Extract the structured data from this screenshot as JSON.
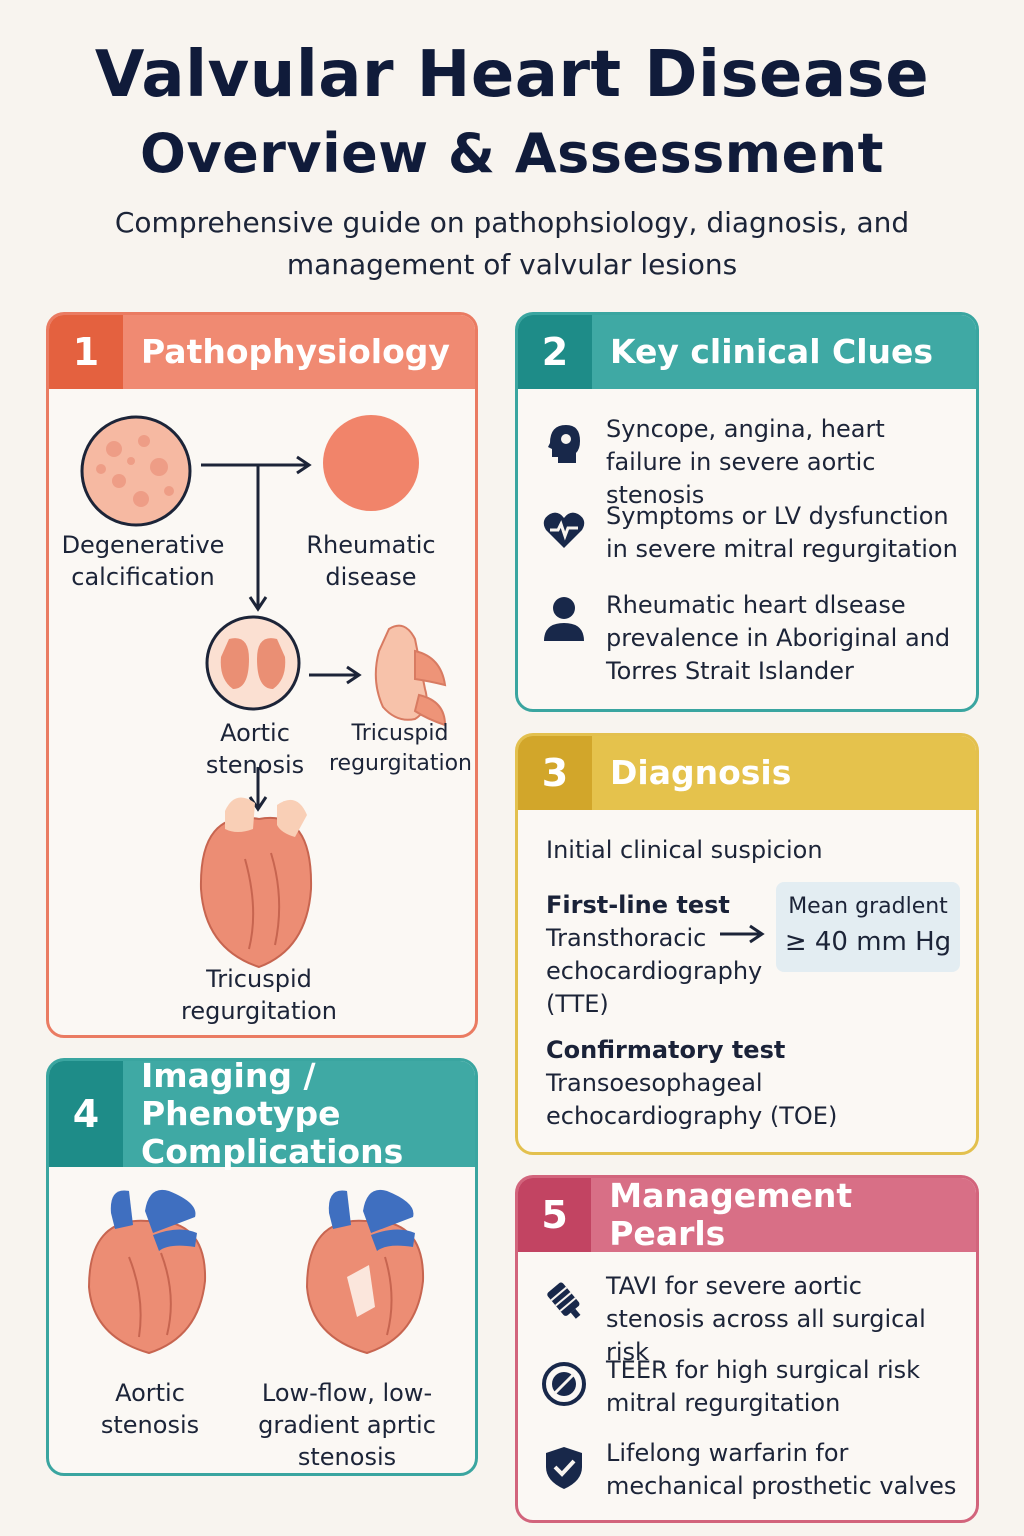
{
  "header": {
    "title_line1": "Valvular Heart Disease",
    "title_line2": "Overview & Assessment",
    "subtitle": "Comprehensive guide on pathophsiology, diagnosis, and management of valvular lesions"
  },
  "pathophysiology": {
    "number": "1",
    "title": "Pathophysiology",
    "labels": {
      "degenerative": "Degenerative calcification",
      "rheumatic": "Rheumatic disease",
      "aortic_stenosis": "Aortic stenosis",
      "tricuspid_small": "Tricuspid regurgitation",
      "tricuspid_heart": "Tricuspid regurgitation"
    }
  },
  "clinical_clues": {
    "number": "2",
    "title": "Key clinical Clues",
    "items": [
      {
        "icon": "head-icon",
        "text": "Syncope, angina, heart failure in severe aortic stenosis"
      },
      {
        "icon": "heart-pulse-icon",
        "text": "Symptoms or LV dysfunction in severe mitral regurgitation"
      },
      {
        "icon": "person-icon",
        "text": "Rheumatic heart dlsease prevalence in Aboriginal and Torres Strait Islander"
      }
    ]
  },
  "diagnosis": {
    "number": "3",
    "title": "Diagnosis",
    "initial": "Initial clinical suspicion",
    "first_line_head": "First-line test",
    "first_line_body": "Transthoracic echocardiography (TTE)",
    "gradient_label": "Mean gradlent",
    "gradient_value": "≥ 40 mm Hg",
    "confirm_head": "Confirmatory test",
    "confirm_body": "Transoesophageal echocardiography (TOE)"
  },
  "imaging": {
    "number": "4",
    "title": "Imaging / Phenotype Complications",
    "left_label": "Aortic stenosis",
    "right_label": "Low-flow, low-gradient aprtic stenosis"
  },
  "management": {
    "number": "5",
    "title": "Management Pearls",
    "items": [
      {
        "icon": "valve-device-icon",
        "bold": "TAVI",
        "text": " for severe aortic stenosis across all surgical risk"
      },
      {
        "icon": "clip-icon",
        "bold": "TEER",
        "text": " for high surgical risk mitral regurgitation"
      },
      {
        "icon": "shield-icon",
        "bold": "Lifelong warfarin",
        "text": " for mechanical prosthetic valves"
      }
    ]
  },
  "colors": {
    "coral": "#f08a72",
    "teal": "#3fa9a4",
    "gold": "#e5c24c",
    "rose": "#d86f86",
    "navy": "#101b3a"
  }
}
